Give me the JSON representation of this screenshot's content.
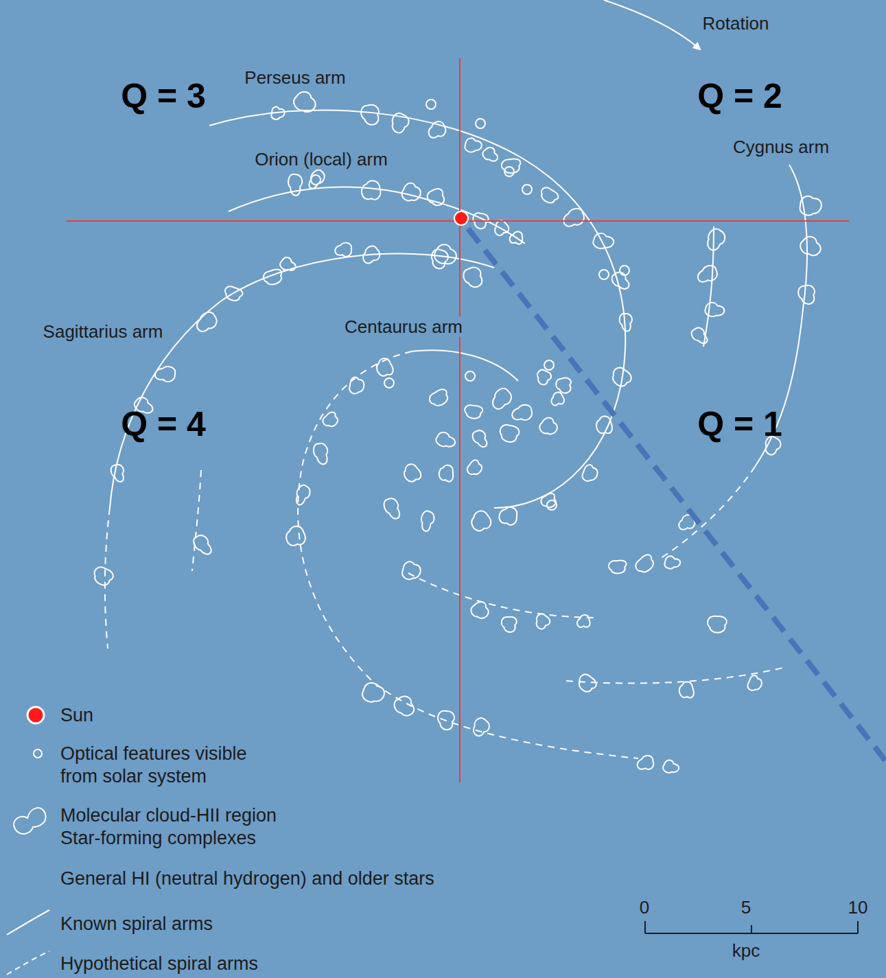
{
  "diagram": {
    "labels": [
      "Rotation",
      "Q = 3",
      "Perseus arm",
      "Q = 2",
      "Cygnus arm",
      "Orion (local) arm",
      "Sagittarius arm",
      "Centaurus arm",
      "Q = 4",
      "Q = 1",
      "0",
      "5",
      "10",
      "kpc"
    ],
    "legend": [
      {
        "text": "Sun"
      },
      {
        "text": "Optical features visible from solar system"
      },
      {
        "text": "Molecular cloud-HII region Star-forming complexes"
      },
      {
        "text": "General HI (neutral hydrogen) and older stars"
      },
      {
        "text": "Known spiral arms"
      },
      {
        "text": "Hypothetical spiral arms"
      }
    ]
  }
}
